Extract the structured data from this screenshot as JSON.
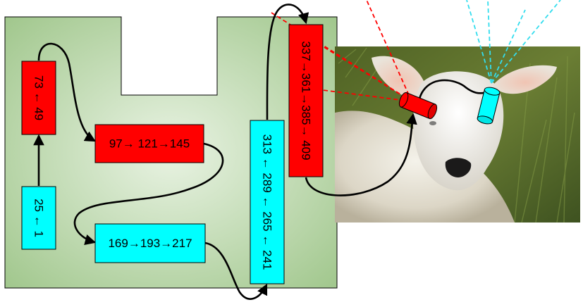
{
  "colors": {
    "red": "#ff0000",
    "cyan": "#00ffff",
    "panel_center": "#e9f3e3",
    "panel_edge": "#9cc487",
    "border": "#000000"
  },
  "boxes": [
    {
      "id": "box-25-1",
      "text": "25 ← 1",
      "color": "cyan",
      "orientation": "vertical"
    },
    {
      "id": "box-73-49",
      "text": "73 ← 49",
      "color": "red",
      "orientation": "vertical"
    },
    {
      "id": "box-97-145",
      "text": "97→ 121→145",
      "color": "red",
      "orientation": "horizontal"
    },
    {
      "id": "box-169-217",
      "text": "169→193→217",
      "color": "cyan",
      "orientation": "horizontal"
    },
    {
      "id": "box-313-241",
      "text": "313 ← 289 ← 265 ← 241",
      "color": "cyan",
      "orientation": "vertical"
    },
    {
      "id": "box-337-409",
      "text": "337→361→385→ 409",
      "color": "red",
      "orientation": "vertical"
    }
  ],
  "icons": {
    "photo": "sheep-photo",
    "red_projector": "red-projector-icon",
    "cyan_projector": "cyan-projector-icon"
  }
}
